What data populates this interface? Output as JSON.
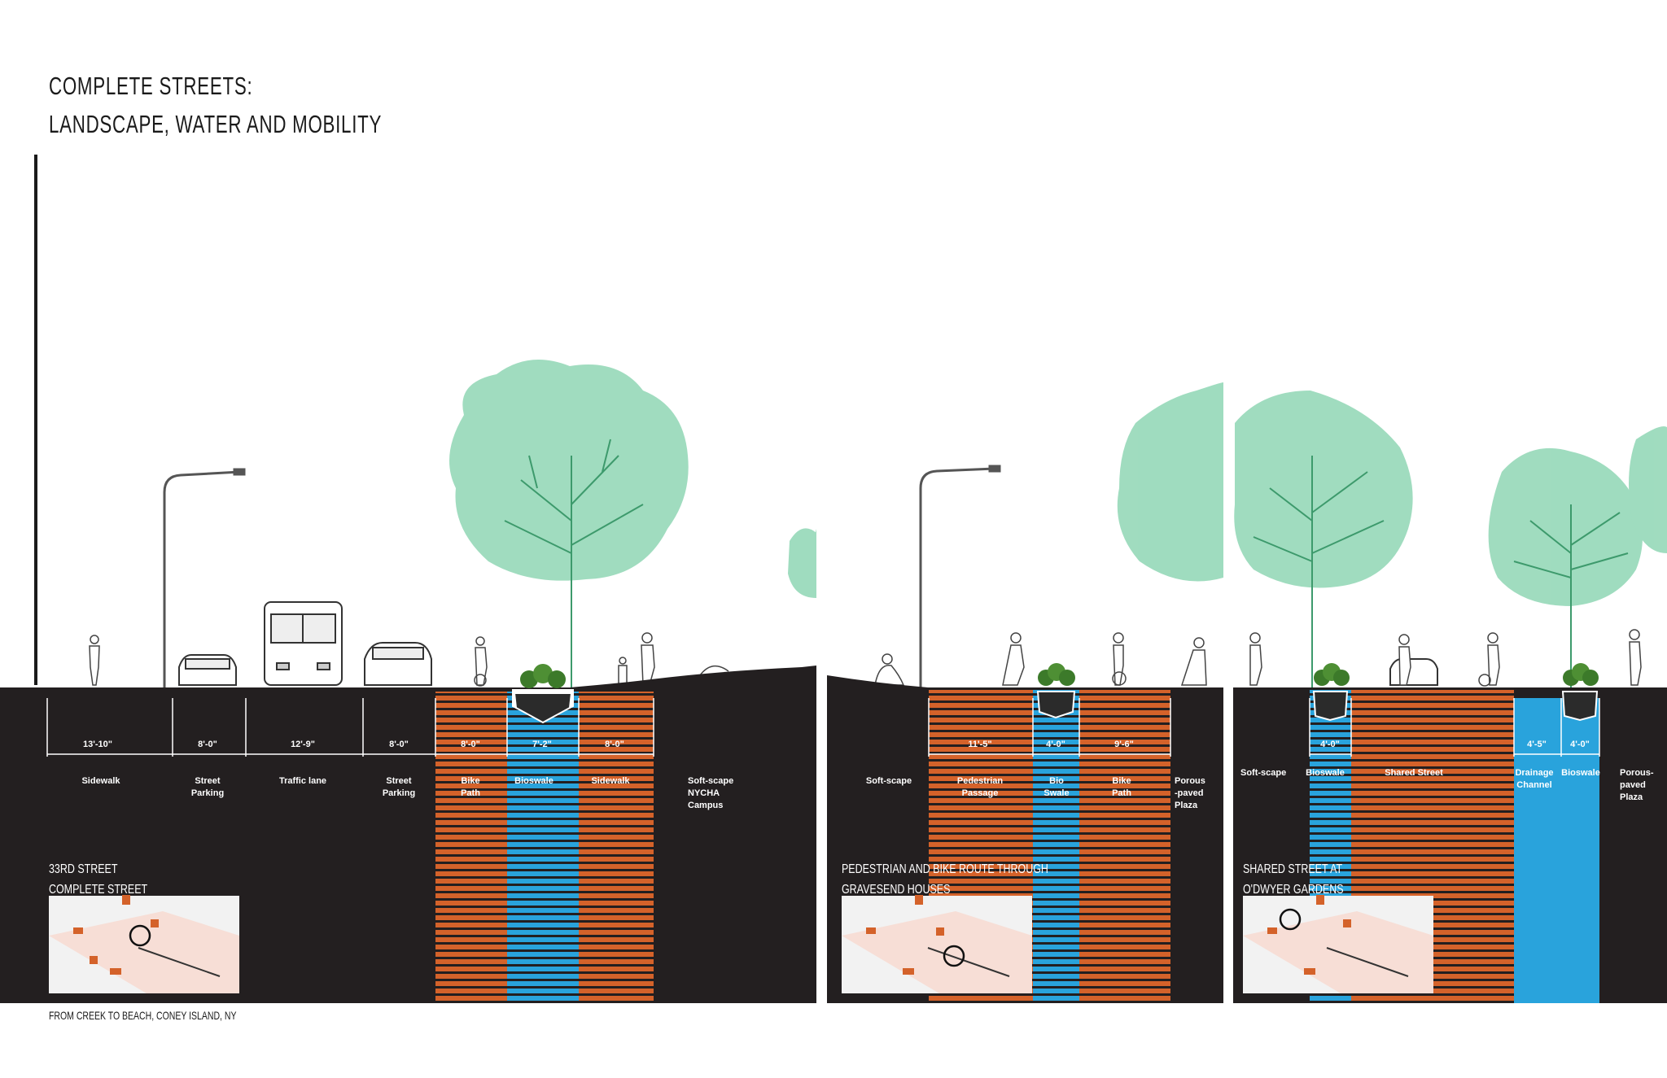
{
  "title": {
    "line1": "COMPLETE STREETS:",
    "line2": "LANDSCAPE, WATER AND MOBILITY"
  },
  "footer": "FROM CREEK TO BEACH, CONEY ISLAND, NY",
  "colors": {
    "ground": "#231f20",
    "bike": "#d4622a",
    "water": "#29a3dc",
    "tree": "#8fd6b4",
    "line": "#ffffff"
  },
  "sections": [
    {
      "caption": [
        "33RD STREET",
        "COMPLETE STREET"
      ],
      "dims": [
        "13'-10\"",
        "8'-0\"",
        "12'-9\"",
        "8'-0\"",
        "8'-0\"",
        "7'-2\"",
        "8'-0\""
      ],
      "labels": [
        [
          "Sidewalk"
        ],
        [
          "Street",
          "Parking"
        ],
        [
          "Traffic lane"
        ],
        [
          "Street",
          "Parking"
        ],
        [
          "Bike",
          "Path"
        ],
        [
          "Bioswale"
        ],
        [
          "Sidewalk"
        ],
        [
          "Soft-scape",
          "",
          "NYCHA",
          "Campus"
        ]
      ]
    },
    {
      "caption": [
        "PEDESTRIAN AND BIKE ROUTE THROUGH",
        "GRAVESEND HOUSES"
      ],
      "dims": [
        "11'-5\"",
        "4'-0\"",
        "9'-6\""
      ],
      "labels": [
        [
          "Soft-scape"
        ],
        [
          "Pedestrian",
          "Passage"
        ],
        [
          "Bio",
          "Swale"
        ],
        [
          "Bike",
          "Path"
        ],
        [
          "Porous",
          "-paved",
          "Plaza"
        ]
      ]
    },
    {
      "caption": [
        "SHARED STREET AT",
        "O'DWYER GARDENS"
      ],
      "dims": [
        "4'-0\"",
        "4'-5\"",
        "4'-0\""
      ],
      "labels": [
        [
          "Soft-scape"
        ],
        [
          "Bioswale"
        ],
        [
          "Shared Street"
        ],
        [
          "Drainage",
          "Channel"
        ],
        [
          "Bioswale"
        ],
        [
          "Porous-",
          "paved",
          "Plaza"
        ]
      ]
    }
  ]
}
